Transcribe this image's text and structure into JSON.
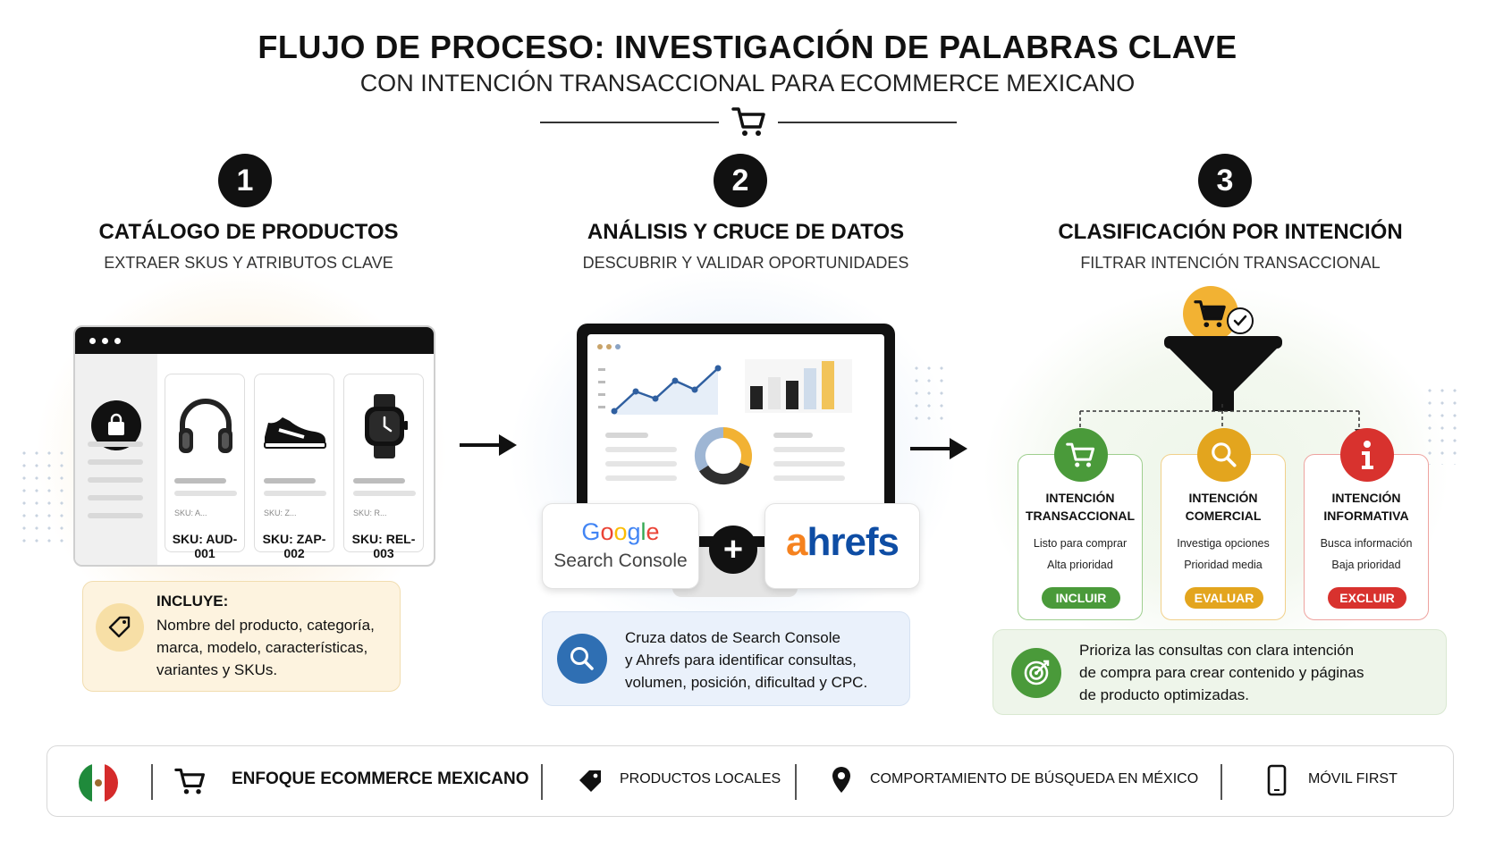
{
  "header": {
    "title": "FLUJO DE PROCESO: INVESTIGACIÓN DE PALABRAS CLAVE",
    "subtitle": "CON INTENCIÓN TRANSACCIONAL PARA ECOMMERCE MEXICANO"
  },
  "steps": [
    {
      "number": "1",
      "title": "CATÁLOGO DE PRODUCTOS",
      "subtitle": "EXTRAER SKUS Y ATRIBUTOS CLAVE"
    },
    {
      "number": "2",
      "title": "ANÁLISIS Y CRUCE DE DATOS",
      "subtitle": "DESCUBRIR Y VALIDAR OPORTUNIDADES"
    },
    {
      "number": "3",
      "title": "CLASIFICACIÓN POR INTENCIÓN",
      "subtitle": "FILTRAR INTENCIÓN TRANSACCIONAL"
    }
  ],
  "catalog": {
    "products": [
      {
        "icon": "headphones-icon",
        "sku_small": "SKU: A...",
        "sku": "SKU: AUD-001"
      },
      {
        "icon": "sneaker-icon",
        "sku_small": "SKU: Z...",
        "sku": "SKU: ZAP-002"
      },
      {
        "icon": "watch-icon",
        "sku_small": "SKU: R...",
        "sku": "SKU: REL-003"
      }
    ],
    "includes_label": "INCLUYE:",
    "includes_text": [
      "Nombre del producto, categoría,",
      "marca, modelo, características,",
      "variantes y SKUs."
    ]
  },
  "analysis": {
    "google_line1": "Google",
    "google_line2": "Search Console",
    "plus": "+",
    "ahrefs": "ahrefs",
    "info_text": [
      "Cruza datos de Search Console",
      "y Ahrefs para identificar consultas,",
      "volumen, posición, dificultad y CPC."
    ]
  },
  "intents": [
    {
      "title_1": "INTENCIÓN",
      "title_2": "TRANSACCIONAL",
      "line1": "Listo para comprar",
      "line2": "Alta prioridad",
      "button": "INCLUIR",
      "color": "#4a9a3a",
      "border": "#9fcf8f",
      "icon": "cart-icon"
    },
    {
      "title_1": "INTENCIÓN",
      "title_2": "COMERCIAL",
      "line1": "Investiga opciones",
      "line2": "Prioridad media",
      "button": "EVALUAR",
      "color": "#e3a51e",
      "border": "#f1d08a",
      "icon": "search-icon"
    },
    {
      "title_1": "INTENCIÓN",
      "title_2": "INFORMATIVA",
      "line1": "Busca información",
      "line2": "Baja prioridad",
      "button": "EXCLUIR",
      "color": "#d8322e",
      "border": "#eea39f",
      "icon": "info-icon"
    }
  ],
  "priority_text": [
    "Prioriza las consultas con clara intención",
    "de compra para crear contenido y páginas",
    "de producto optimizadas."
  ],
  "footer": {
    "focus": "ENFOQUE ECOMMERCE MEXICANO",
    "local": "PRODUCTOS LOCALES",
    "behavior": "COMPORTAMIENTO DE BÚSQUEDA EN MÉXICO",
    "mobile": "MÓVIL FIRST"
  },
  "colors": {
    "green": "#4a9a3a",
    "yellow": "#e3a51e",
    "red": "#d8322e",
    "blue": "#2f6fb3",
    "ahrefs_orange": "#f5821f",
    "ahrefs_blue": "#0e4da4"
  }
}
